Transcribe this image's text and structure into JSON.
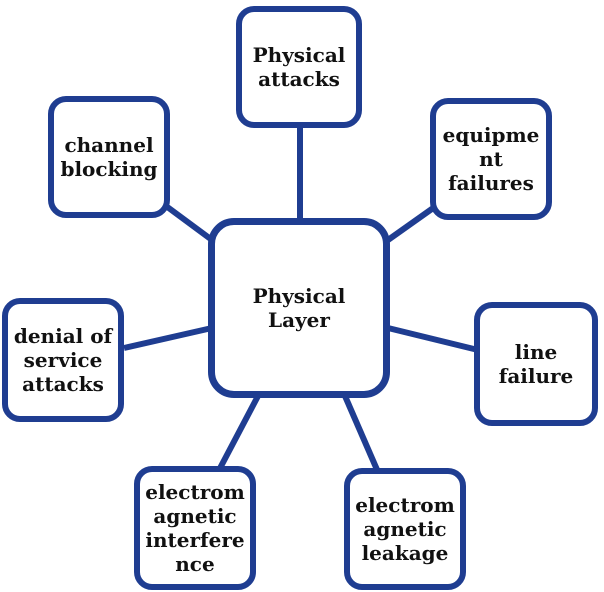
{
  "center": {
    "label": "Physical\nLayer"
  },
  "nodes": [
    {
      "label": "Physical\nattacks"
    },
    {
      "label": "equipme\nnt\nfailures"
    },
    {
      "label": "line\nfailure"
    },
    {
      "label": "electrom\nagnetic\nleakage"
    },
    {
      "label": "electrom\nagnetic\ninterfere\nnce"
    },
    {
      "label": "denial of\nservice\nattacks"
    },
    {
      "label": "channel\nblocking"
    }
  ],
  "colors": {
    "border": "#1f3d91",
    "connector": "#1f3d91",
    "text": "#111111"
  }
}
